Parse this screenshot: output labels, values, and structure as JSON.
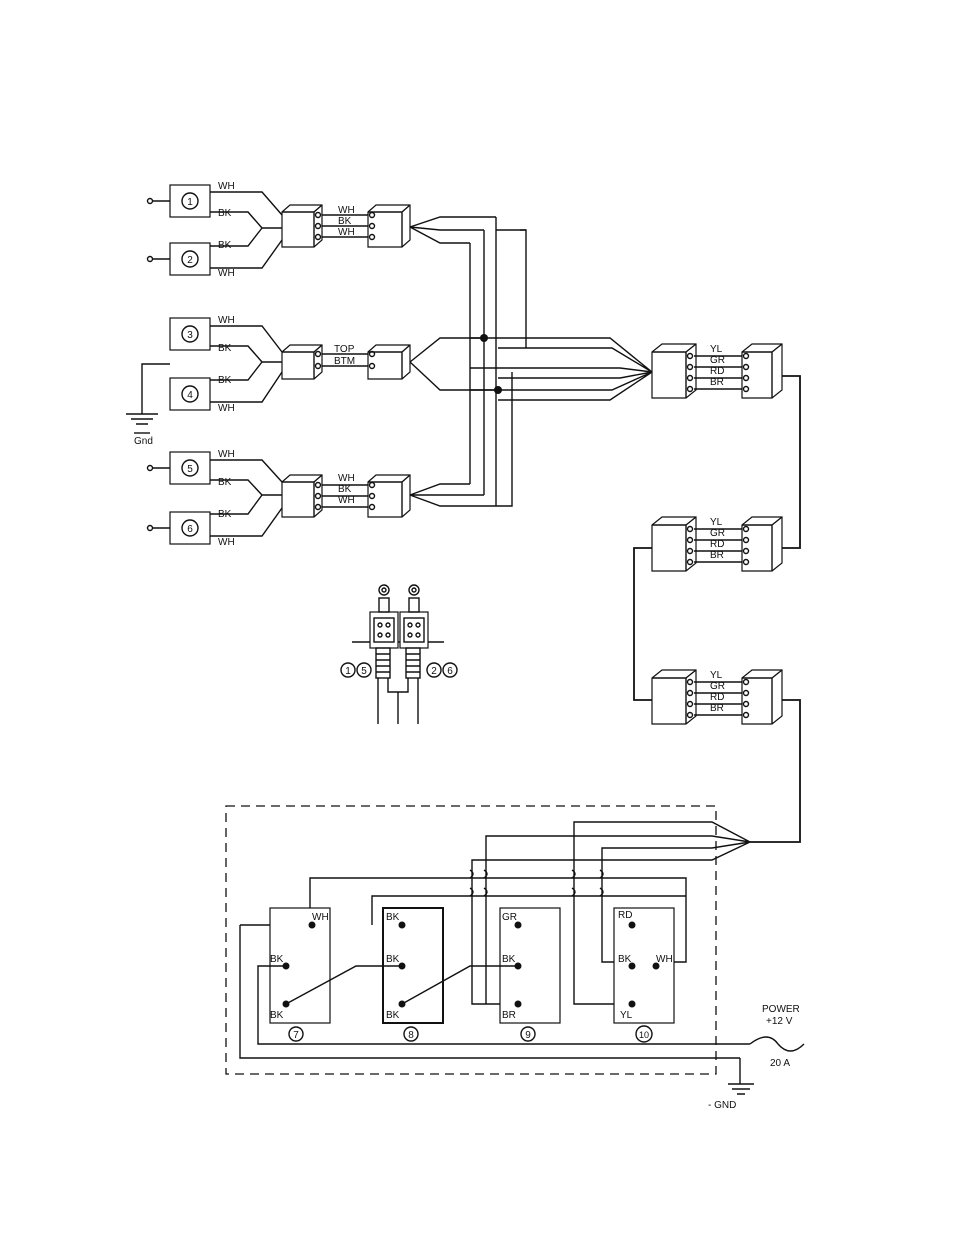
{
  "sensors": [
    {
      "num": "1",
      "top": "WH",
      "bottom": "BK"
    },
    {
      "num": "2",
      "top": "BK",
      "bottom": "WH"
    },
    {
      "num": "3",
      "top": "WH",
      "bottom": "BK"
    },
    {
      "num": "4",
      "top": "BK",
      "bottom": "WH"
    },
    {
      "num": "5",
      "top": "WH",
      "bottom": "BK"
    },
    {
      "num": "6",
      "top": "BK",
      "bottom": "WH"
    }
  ],
  "junction_a_wires": [
    "WH",
    "BK",
    "WH"
  ],
  "junction_b_wires": [
    "TOP",
    "BTM"
  ],
  "junction_c_wires": [
    "WH",
    "BK",
    "WH"
  ],
  "harness_wires": [
    "YL",
    "GR",
    "RD",
    "BR"
  ],
  "gnd_label": "Gnd",
  "mount_labels": [
    "1",
    "5",
    "2",
    "6"
  ],
  "modules": [
    {
      "num": "7",
      "labels": [
        "WH",
        "BK",
        "BK"
      ]
    },
    {
      "num": "8",
      "labels": [
        "BK",
        "BK",
        "BK"
      ]
    },
    {
      "num": "9",
      "labels": [
        "GR",
        "BK",
        "BR"
      ]
    },
    {
      "num": "10",
      "labels": [
        "RD",
        "BK",
        "WH",
        "YL"
      ]
    }
  ],
  "power": {
    "label": "POWER",
    "voltage": "+12 V",
    "fuse": "20 A"
  },
  "ground_label": "- GND"
}
